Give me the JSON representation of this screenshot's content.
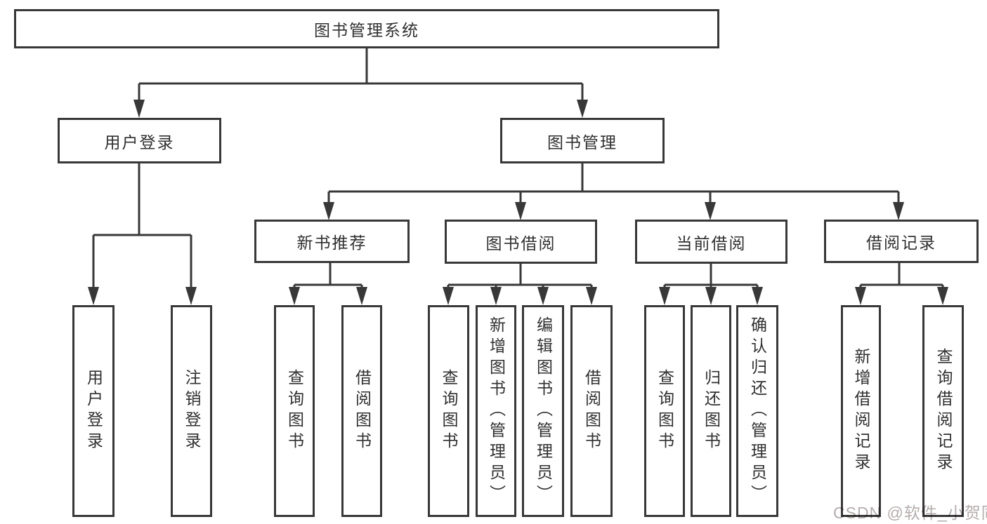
{
  "title_node": {
    "label": "图书管理系统"
  },
  "level2": {
    "user_login": {
      "label": "用户登录"
    },
    "book_management": {
      "label": "图书管理"
    }
  },
  "level3": {
    "new_book_recommend": {
      "label": "新书推荐"
    },
    "book_borrowing": {
      "label": "图书借阅"
    },
    "current_borrowing": {
      "label": "当前借阅"
    },
    "borrowing_records": {
      "label": "借阅记录"
    }
  },
  "leaves": {
    "user_login": {
      "label": "用户登录"
    },
    "logout": {
      "label": "注销登录"
    },
    "recommend_query_books": {
      "label": "查询图书"
    },
    "recommend_borrow_books": {
      "label": "借阅图书"
    },
    "borrowing_query_books": {
      "label": "查询图书"
    },
    "borrowing_add_books": {
      "label": "新增图书（管理员）"
    },
    "borrowing_edit_books": {
      "label": "编辑图书（管理员）"
    },
    "borrowing_borrow_books": {
      "label": "借阅图书"
    },
    "current_query_books": {
      "label": "查询图书"
    },
    "current_return_books": {
      "label": "归还图书"
    },
    "current_confirm_return": {
      "label": "确认归还（管理员）"
    },
    "records_add_record": {
      "label": "新增借阅记录"
    },
    "records_query_record": {
      "label": "查询借阅记录"
    }
  },
  "watermark": {
    "text": "CSDN @软件_小贺同学"
  },
  "colors": {
    "line": "#383838",
    "box_border": "#383838",
    "text": "#303030",
    "watermark": "#b5adad",
    "background": "#ffffff"
  }
}
